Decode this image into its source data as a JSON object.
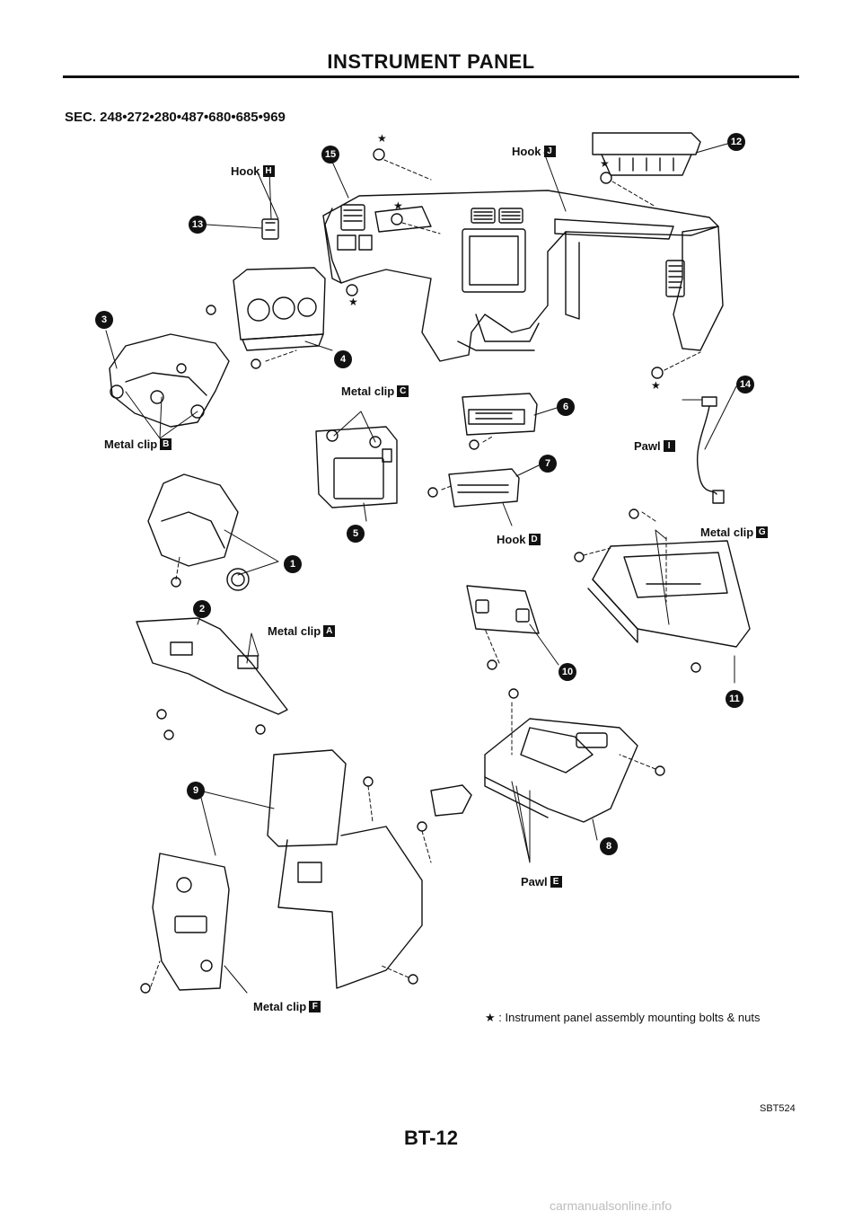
{
  "header": {
    "title": "INSTRUMENT PANEL"
  },
  "section_code": "SEC. 248•272•280•487•680•685•969",
  "callouts": [
    {
      "text": "Hook",
      "letter": "H"
    },
    {
      "text": "Hook",
      "letter": "J"
    },
    {
      "text": "Metal clip",
      "letter": "B"
    },
    {
      "text": "Metal clip",
      "letter": "C"
    },
    {
      "text": "Pawl",
      "letter": "I"
    },
    {
      "text": "Hook",
      "letter": "D"
    },
    {
      "text": "Metal clip",
      "letter": "G"
    },
    {
      "text": "Metal clip",
      "letter": "A"
    },
    {
      "text": "Pawl",
      "letter": "E"
    },
    {
      "text": "Metal clip",
      "letter": "F"
    }
  ],
  "part_numbers": [
    "1",
    "2",
    "3",
    "4",
    "5",
    "6",
    "7",
    "8",
    "9",
    "10",
    "11",
    "12",
    "13",
    "14",
    "15"
  ],
  "legend": {
    "symbol": "★",
    "text": ": Instrument panel assembly mounting bolts & nuts"
  },
  "figure_code": "SBT524",
  "page_number": "BT-12",
  "watermark": "carmanualsonline.info"
}
